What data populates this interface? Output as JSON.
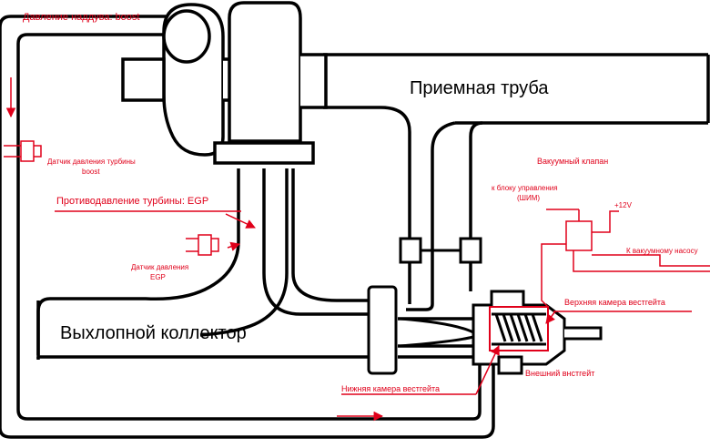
{
  "colors": {
    "line": "#000000",
    "annotation": "#e0001a",
    "background": "#ffffff"
  },
  "diagram": {
    "labels": {
      "boost_pressure": "Давление наддува: boost",
      "boost_sensor": "Датчик давления турбины boost",
      "egp_back_pressure": "Противодавление турбины: EGP",
      "egp_sensor": "Датчик давления EGP",
      "downpipe": "Приемная труба",
      "exhaust_manifold": "Выхлопной коллектор",
      "vacuum_valve": "Вакуумный клапан",
      "to_ecu": "к блоку управления (ШИМ)",
      "plus12v": "+12V",
      "to_vacuum_pump": "К вакуумному насосу",
      "upper_chamber": "Верхняя камера вестгейта",
      "external_wastegate": "Внешний внстгейт",
      "lower_chamber": "Нижняя камера вестгейта"
    },
    "icons": [
      "turbocharger-icon",
      "pressure-sensor-icon",
      "flange-icon",
      "wastegate-spring-icon",
      "solenoid-valve-icon",
      "flow-arrow-icon"
    ]
  }
}
